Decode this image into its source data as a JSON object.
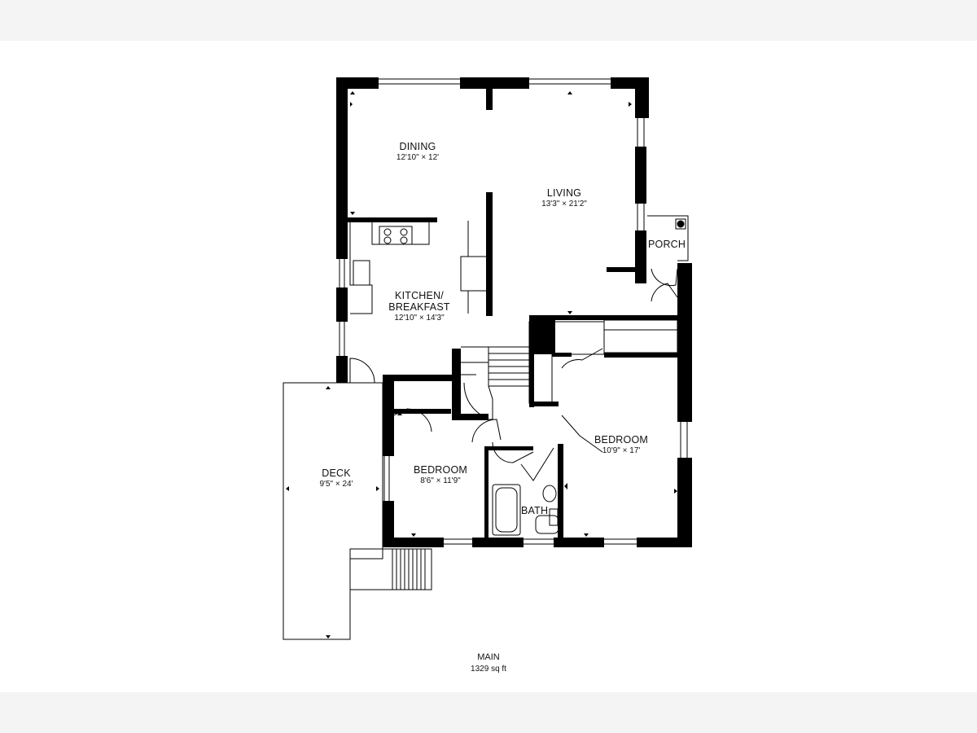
{
  "rooms": {
    "dining": {
      "name": "DINING",
      "size": "12'10\" × 12'"
    },
    "living": {
      "name": "LIVING",
      "size": "13'3\" × 21'2\""
    },
    "porch": {
      "name": "PORCH"
    },
    "kitchen": {
      "name_line1": "KITCHEN/",
      "name_line2": "BREAKFAST",
      "size": "12'10\" × 14'3\""
    },
    "bedroom_right": {
      "name": "BEDROOM",
      "size": "10'9\" × 17'"
    },
    "bedroom_left": {
      "name": "BEDROOM",
      "size": "8'6\" × 11'9\""
    },
    "bath": {
      "name": "BATH"
    },
    "deck": {
      "name": "DECK",
      "size": "9'5\" × 24'"
    }
  },
  "floor": {
    "name": "MAIN",
    "area": "1329 sq ft"
  },
  "colors": {
    "wall": "#000000",
    "background": "#ffffff",
    "frame": "#f4f4f4"
  }
}
